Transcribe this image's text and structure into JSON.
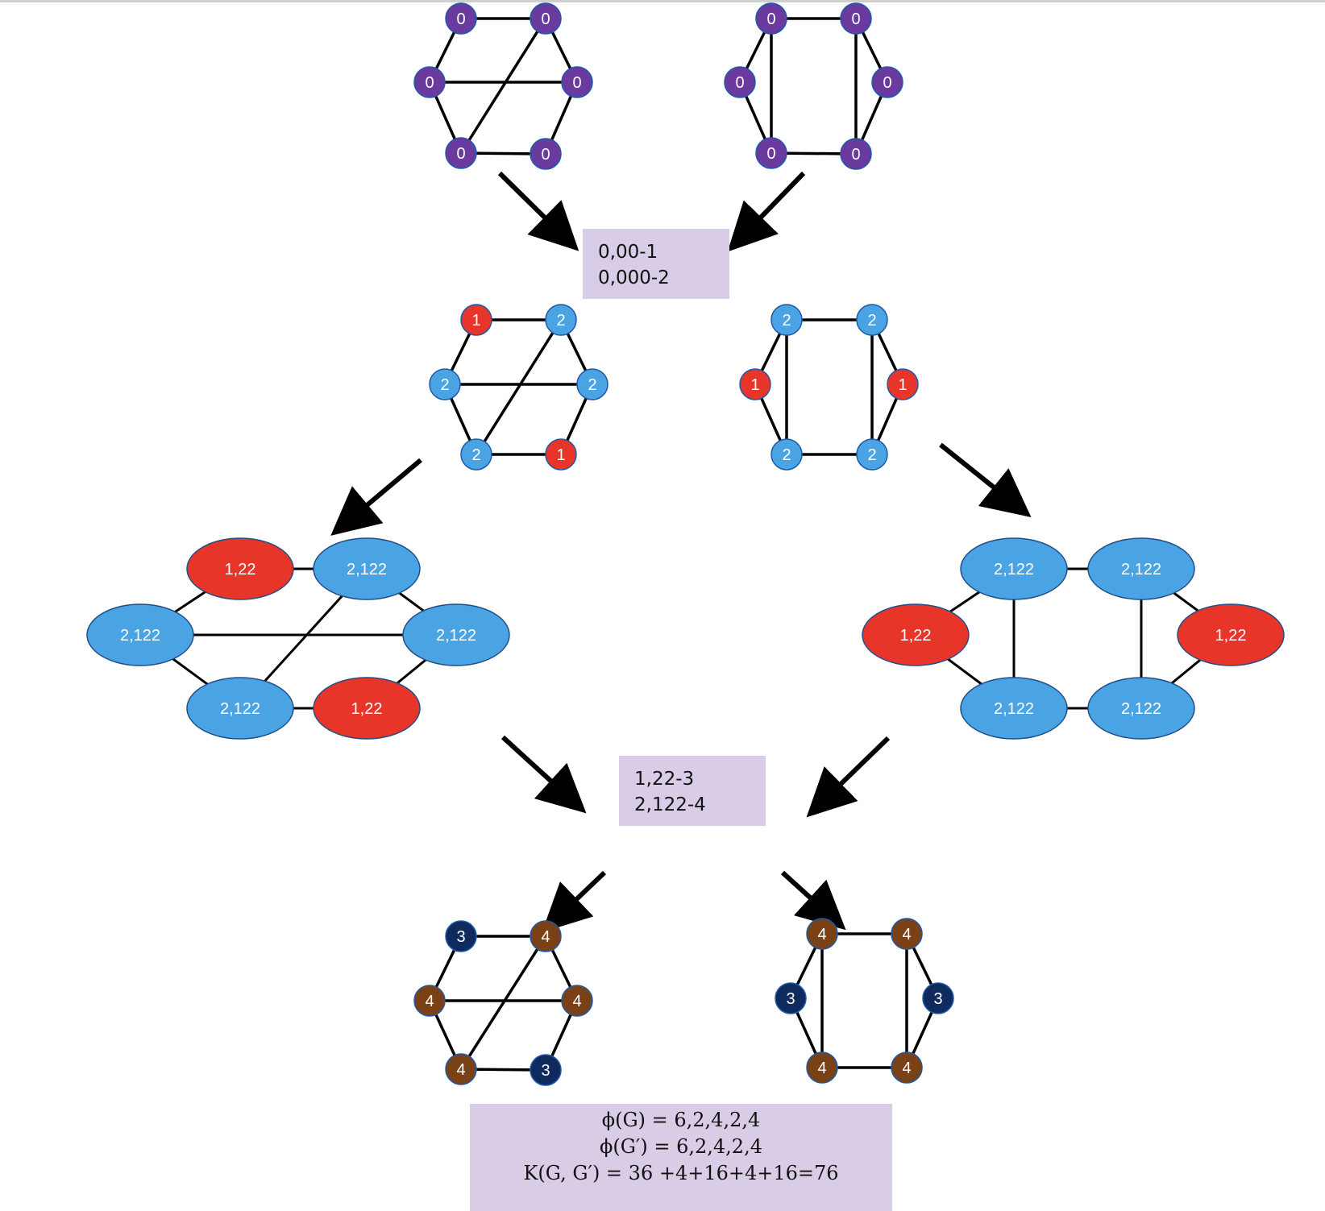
{
  "colors": {
    "purple": "#6b3a9f",
    "red": "#e8352a",
    "blue": "#4aa3e2",
    "brown": "#7a4016",
    "navy": "#0f2a5c",
    "box": "#d8cce6"
  },
  "boxes": {
    "relabel_1": {
      "line1": "0,00-1",
      "line2": "0,000-2"
    },
    "relabel_2": {
      "line1": "1,22-3",
      "line2": "2,122-4"
    },
    "result": {
      "line1": "ϕ(G) = 6,2,4,2,4",
      "line2": "ϕ(G′) = 6,2,4,2,4",
      "line3": "K(G, G′) = 36 +4+16+4+16=76"
    }
  },
  "graphs": {
    "g_initial": [
      "0",
      "0",
      "0",
      "0",
      "0",
      "0"
    ],
    "gp_initial": [
      "0",
      "0",
      "0",
      "0",
      "0",
      "0"
    ],
    "g_iter1": [
      "1",
      "2",
      "2",
      "2",
      "2",
      "1"
    ],
    "gp_iter1": [
      "2",
      "2",
      "1",
      "1",
      "2",
      "2"
    ],
    "g_multiset": [
      "1,22",
      "2,122",
      "2,122",
      "2,122",
      "2,122",
      "1,22"
    ],
    "gp_multiset": [
      "2,122",
      "2,122",
      "1,22",
      "1,22",
      "2,122",
      "2,122"
    ],
    "g_iter2": [
      "3",
      "4",
      "4",
      "4",
      "4",
      "3"
    ],
    "gp_iter2": [
      "4",
      "4",
      "3",
      "3",
      "4",
      "4"
    ]
  }
}
